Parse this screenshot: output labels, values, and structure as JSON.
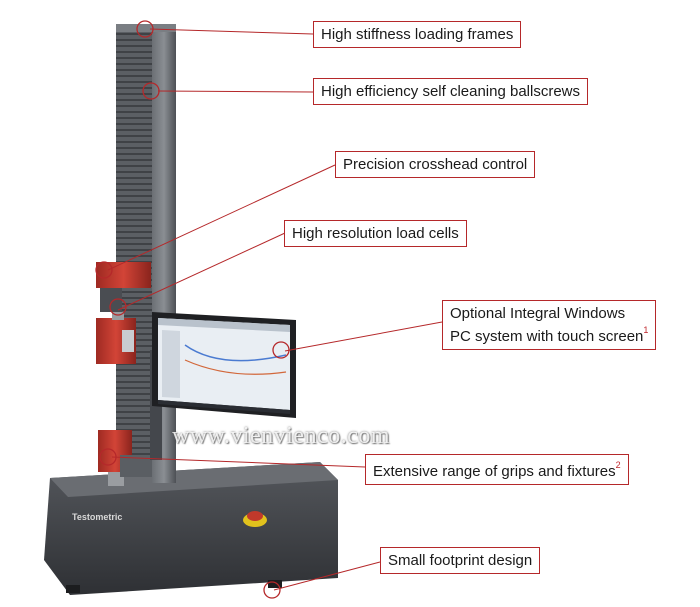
{
  "callouts": {
    "stiffness": "High stiffness loading frames",
    "ballscrews": "High efficiency self cleaning ballscrews",
    "crosshead": "Precision crosshead control",
    "loadcells": "High resolution load cells",
    "pc_line1": "Optional Integral Windows",
    "pc_line2": "PC system with touch screen",
    "pc_note": "1",
    "grips": "Extensive range of grips and fixtures",
    "grips_note": "2",
    "footprint": "Small footprint design"
  },
  "watermark": "www.vienvienco.com",
  "brand": "Testometric",
  "colors": {
    "callout_border": "#b5282a",
    "machine_red": "#c0392b",
    "frame_gray": "#5a5e63",
    "base_dark": "#3a3c40"
  }
}
